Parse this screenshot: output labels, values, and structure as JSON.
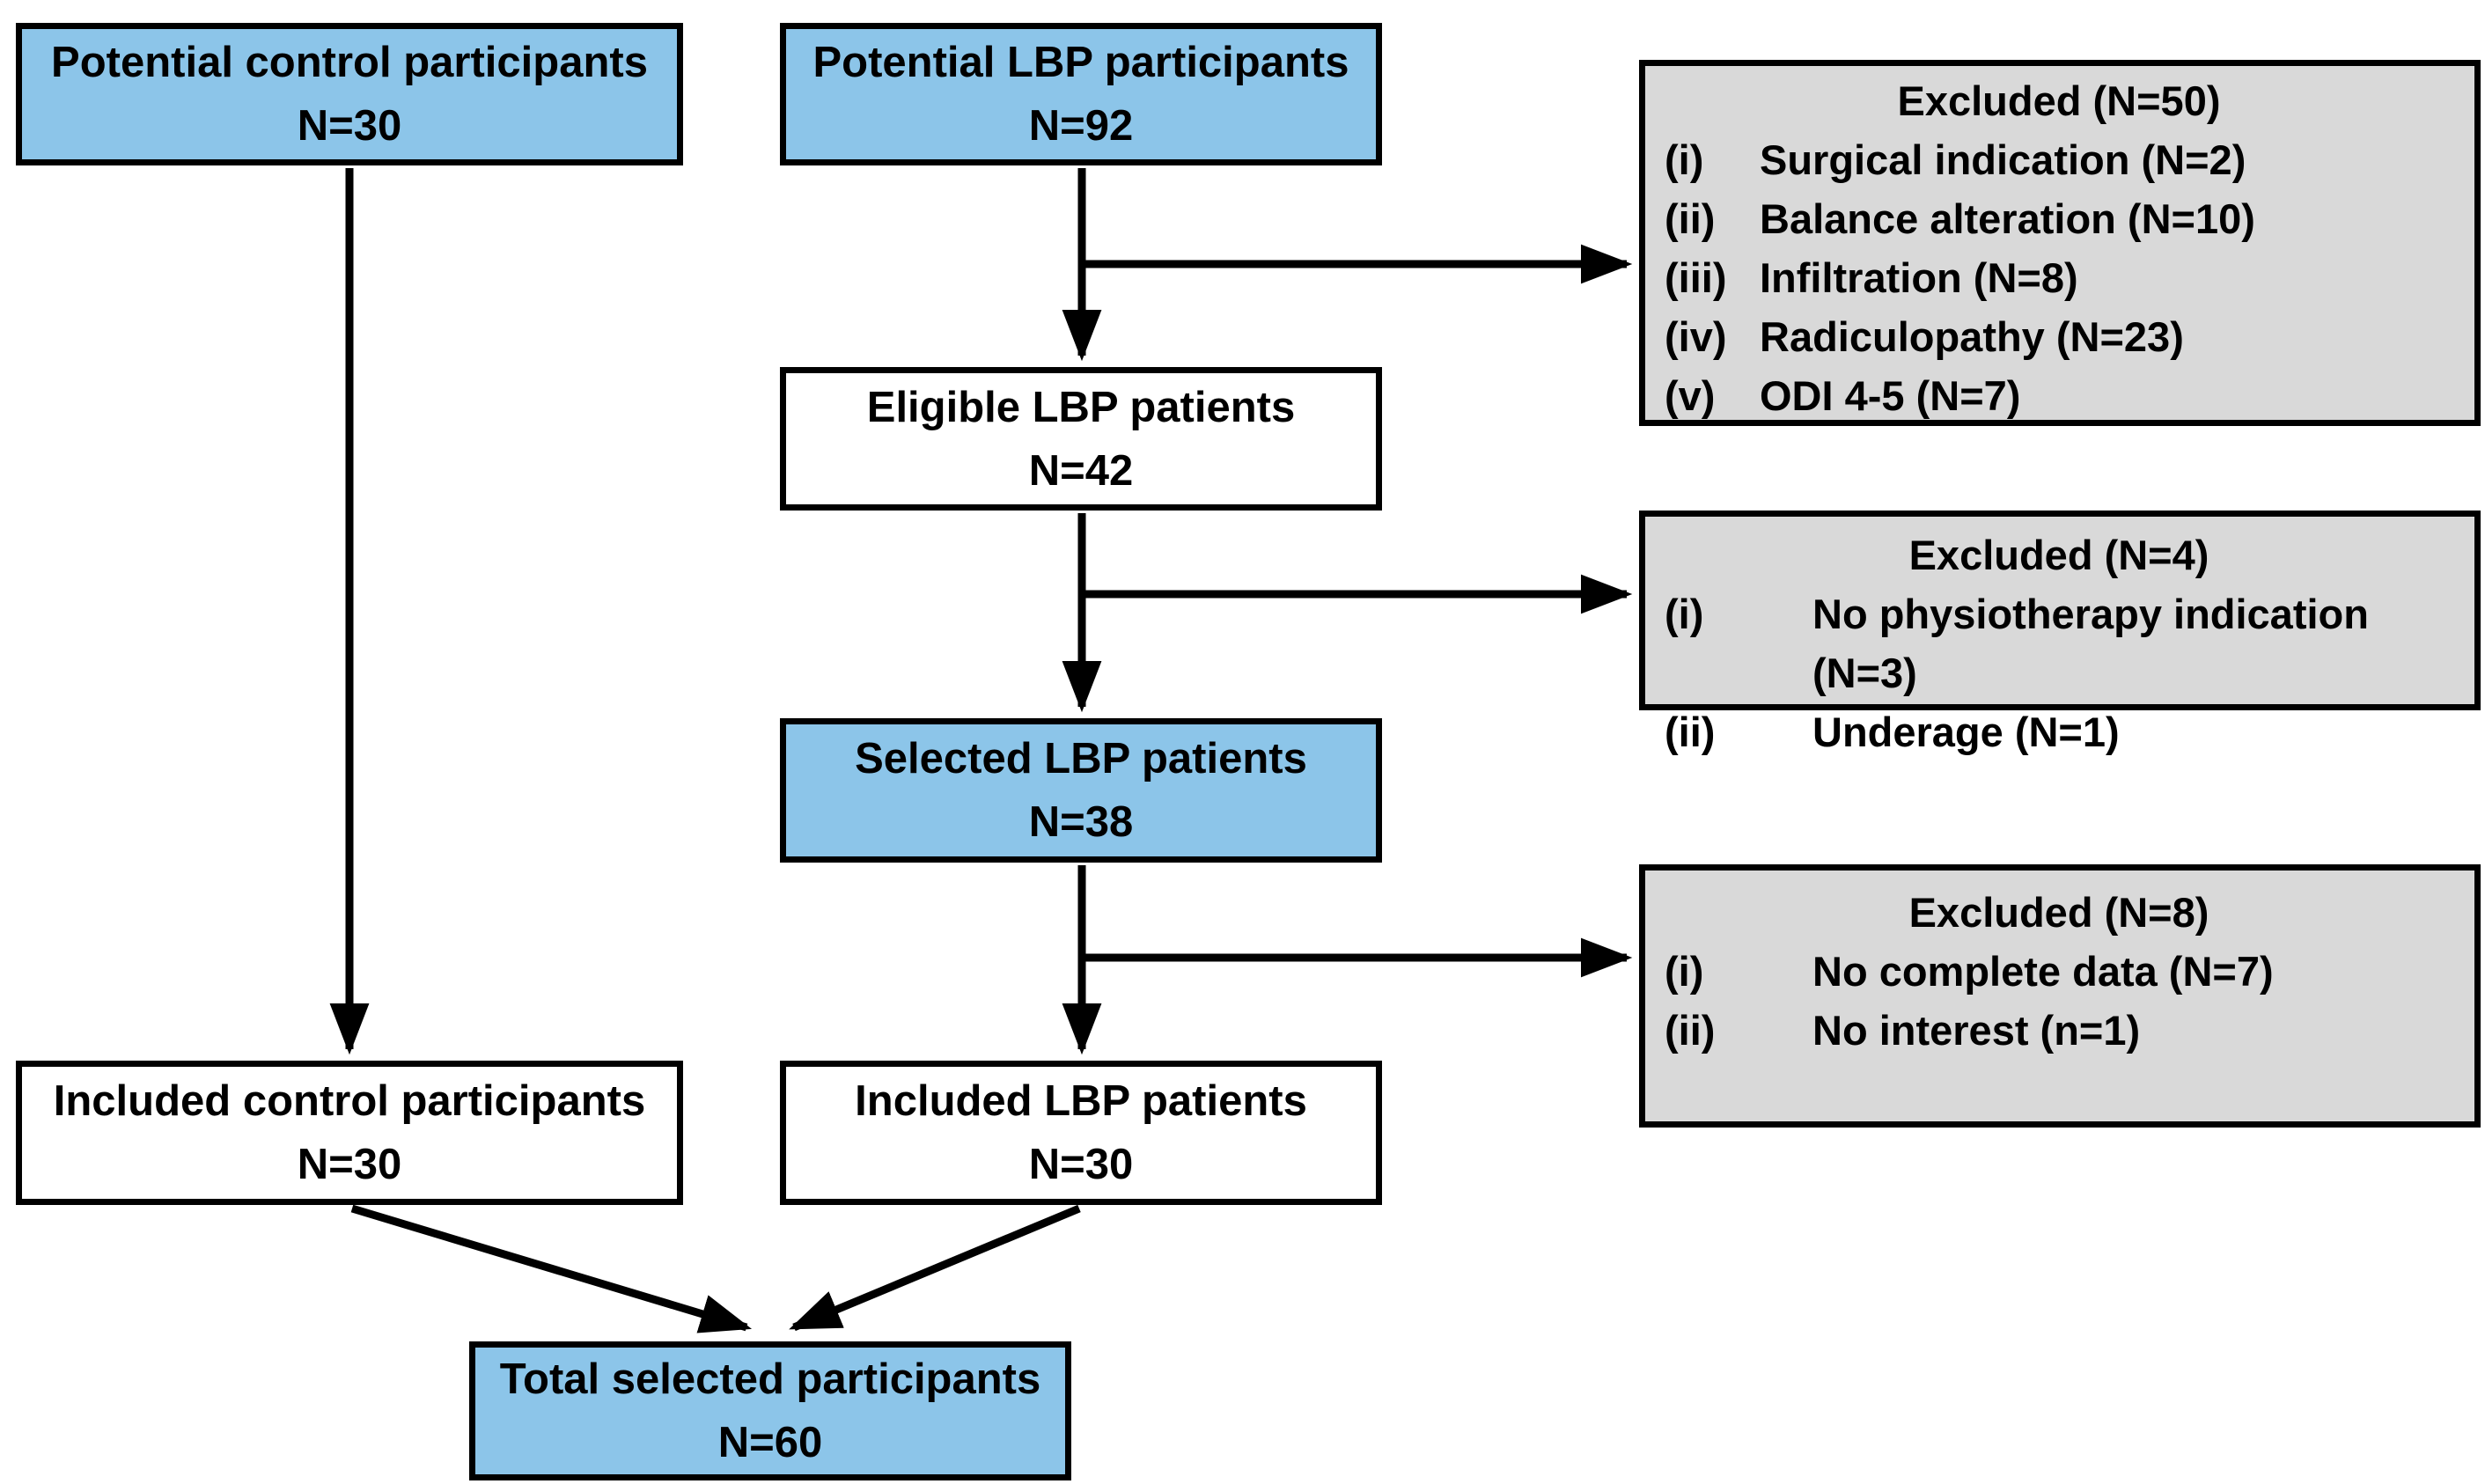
{
  "boxes": {
    "potential_control": {
      "label": "Potential control participants",
      "n": "N=30"
    },
    "potential_lbp": {
      "label": "Potential LBP participants",
      "n": "N=92"
    },
    "eligible_lbp": {
      "label": "Eligible LBP patients",
      "n": "N=42"
    },
    "selected_lbp": {
      "label": "Selected LBP patients",
      "n": "N=38"
    },
    "included_control": {
      "label": "Included control participants",
      "n": "N=30"
    },
    "included_lbp": {
      "label": "Included LBP patients",
      "n": "N=30"
    },
    "total": {
      "label": "Total selected participants",
      "n": "N=60"
    }
  },
  "exclusions": [
    {
      "title": "Excluded (N=50)",
      "items": [
        {
          "index": "(i)",
          "text": "Surgical indication (N=2)"
        },
        {
          "index": "(ii)",
          "text": "Balance alteration (N=10)"
        },
        {
          "index": "(iii)",
          "text": "Infiltration (N=8)"
        },
        {
          "index": "(iv)",
          "text": "Radiculopathy (N=23)"
        },
        {
          "index": "(v)",
          "text": "ODI 4-5 (N=7)"
        }
      ]
    },
    {
      "title": "Excluded (N=4)",
      "items": [
        {
          "index": "(i)",
          "text": "No physiotherapy indication (N=3)"
        },
        {
          "index": "(ii)",
          "text": "Underage (N=1)"
        }
      ]
    },
    {
      "title": "Excluded (N=8)",
      "items": [
        {
          "index": "(i)",
          "text": "No complete data (N=7)"
        },
        {
          "index": "(ii)",
          "text": "No interest (n=1)"
        }
      ]
    }
  ],
  "colors": {
    "highlight_box_fill": "#8CC5E9",
    "excluded_box_fill": "#D9D9D9",
    "plain_box_fill": "#FFFFFF",
    "border_and_arrows": "#000000"
  }
}
